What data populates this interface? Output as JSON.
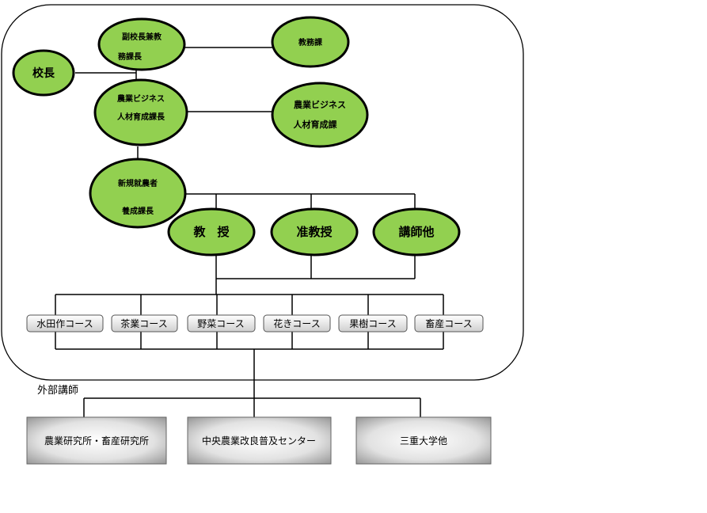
{
  "nodes": {
    "principal": "校長",
    "vice_principal": [
      "副校長兼教",
      "務課長"
    ],
    "academic_affairs": "教務課",
    "agri_hr_director": [
      "農業ビジネス",
      "人材育成課長"
    ],
    "agri_hr_section": [
      "農業ビジネス",
      "人材育成課"
    ],
    "new_farmer_director": [
      "新規就農者",
      "養成課長"
    ],
    "professor": "教　授",
    "associate_professor": "准教授",
    "lecturer": "講師他"
  },
  "courses": [
    "水田作コース",
    "茶業コース",
    "野菜コース",
    "花きコース",
    "果樹コース",
    "畜産コース"
  ],
  "external_label": "外部講師",
  "external": [
    "農業研究所・畜産研究所",
    "中央農業改良普及センター",
    "三重大学他"
  ],
  "colors": {
    "node_fill": "#92d050",
    "node_stroke": "#000000",
    "course_fill_top": "#ffffff",
    "course_fill_bottom": "#d0d0d0",
    "external_fill_outer": "#8c8c8c",
    "external_fill_inner": "#f8f8f8"
  }
}
